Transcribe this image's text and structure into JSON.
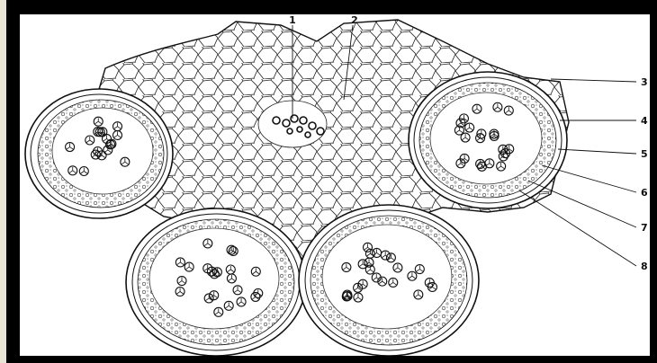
{
  "figure": {
    "labels": [
      "1",
      "2",
      "3",
      "4",
      "5",
      "6",
      "7",
      "8"
    ]
  },
  "colors": {
    "background": "#000000",
    "panel": "#ffffff",
    "ink": "#111111",
    "left_strip": "#e9e3d6"
  }
}
